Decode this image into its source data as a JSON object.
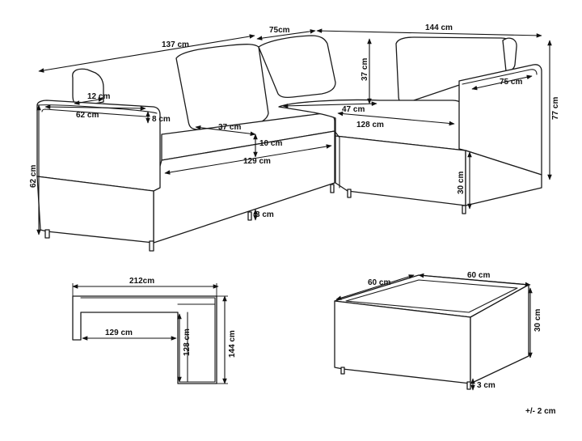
{
  "colors": {
    "ink": "#111111",
    "outline": "#1a1a1a",
    "background": "#ffffff"
  },
  "sofa_dims": {
    "left_width": "137 cm",
    "corner_width": "75cm",
    "right_width": "144 cm",
    "right_seat_depth": "75 cm",
    "total_height": "77 cm",
    "back_height": "37 cm",
    "armrest_width": "12 cm",
    "left_depth": "62 cm",
    "armrest_height": "8 cm",
    "left_height": "62 cm",
    "seat_depth": "37 cm",
    "seat_width_right": "47 cm",
    "right_seat_length": "128 cm",
    "cushion_thickness": "10 cm",
    "left_seat_length": "129 cm",
    "leg_height": "3 cm",
    "seat_height": "30 cm"
  },
  "plan_dims": {
    "overall_width": "212cm",
    "inner_width": "129 cm",
    "inner_depth": "128 cm",
    "overall_depth": "144 cm"
  },
  "table_dims": {
    "depth": "60 cm",
    "width": "60 cm",
    "height": "30 cm",
    "leg_height": "3 cm"
  },
  "tolerance": "+/- 2 cm"
}
